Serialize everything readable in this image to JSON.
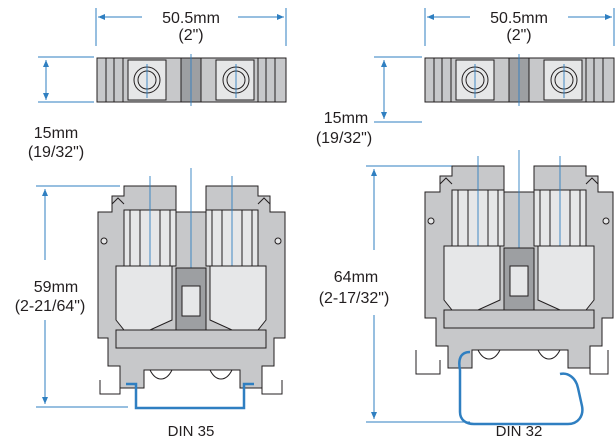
{
  "left": {
    "width_mm": "50.5mm",
    "width_in": "(2\")",
    "top_height_mm": "15mm",
    "top_height_in": "(19/32\")",
    "height_mm": "59mm",
    "height_in": "(2-21/64\")",
    "rail_label": "DIN 35"
  },
  "right": {
    "width_mm": "50.5mm",
    "width_in": "(2\")",
    "top_height_mm": "15mm",
    "top_height_in": "(19/32\")",
    "height_mm": "64mm",
    "height_in": "(2-17/32\")",
    "rail_label": "DIN 32"
  },
  "colors": {
    "dimension_line": "#2f7fc1",
    "body": "#c7c8ca",
    "outline": "#231f20"
  }
}
